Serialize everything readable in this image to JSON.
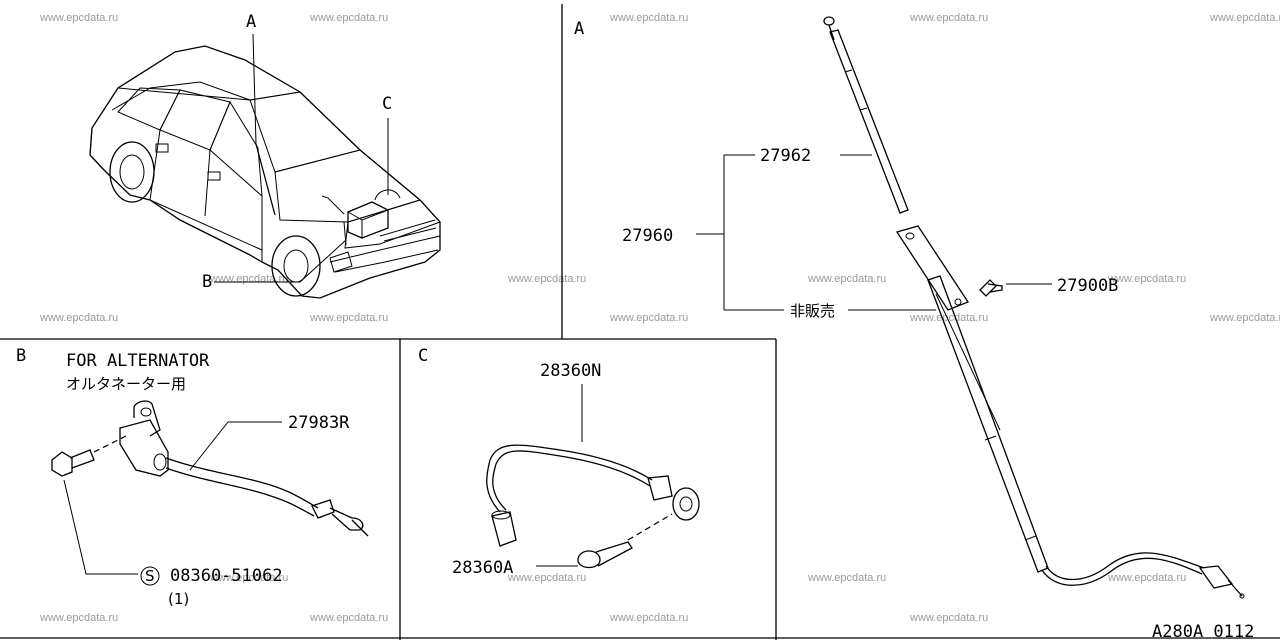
{
  "watermark": "www.epcdata.ru",
  "diagram_code": "A280A 0112",
  "sections": {
    "overview": {
      "callouts": {
        "a": "A",
        "b": "B",
        "c": "C"
      }
    },
    "a": {
      "label": "A",
      "parts": {
        "antenna_rod": "27962",
        "antenna_assembly": "27960",
        "screw": "27900B",
        "not_sold": "非販売"
      }
    },
    "b": {
      "label": "B",
      "note_en": "FOR ALTERNATOR",
      "note_jp": "オルタネーター用",
      "parts": {
        "capacitor": "27983R",
        "bolt": "08360-51062",
        "bolt_qty": "(1)",
        "bolt_symbol": "S"
      }
    },
    "c": {
      "label": "C",
      "parts": {
        "strap": "28360N",
        "screw": "28360A"
      }
    }
  }
}
